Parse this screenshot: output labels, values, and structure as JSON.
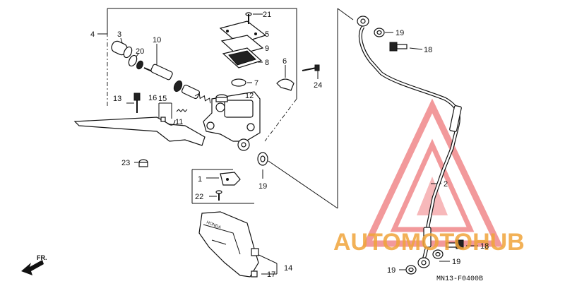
{
  "callouts": [
    {
      "id": "c1",
      "text": "1"
    },
    {
      "id": "c2",
      "text": "2"
    },
    {
      "id": "c3",
      "text": "3"
    },
    {
      "id": "c4",
      "text": "4"
    },
    {
      "id": "c5",
      "text": "5"
    },
    {
      "id": "c6",
      "text": "6"
    },
    {
      "id": "c7",
      "text": "7"
    },
    {
      "id": "c8",
      "text": "8"
    },
    {
      "id": "c9",
      "text": "9"
    },
    {
      "id": "c10",
      "text": "10"
    },
    {
      "id": "c11",
      "text": "11"
    },
    {
      "id": "c12",
      "text": "12"
    },
    {
      "id": "c13",
      "text": "13"
    },
    {
      "id": "c14",
      "text": "14"
    },
    {
      "id": "c15",
      "text": "15"
    },
    {
      "id": "c16",
      "text": "16"
    },
    {
      "id": "c17",
      "text": "17"
    },
    {
      "id": "c18a",
      "text": "18"
    },
    {
      "id": "c18b",
      "text": "18"
    },
    {
      "id": "c19a",
      "text": "19"
    },
    {
      "id": "c19b",
      "text": "19"
    },
    {
      "id": "c19c",
      "text": "19"
    },
    {
      "id": "c19d",
      "text": "19"
    },
    {
      "id": "c20",
      "text": "20"
    },
    {
      "id": "c21",
      "text": "21"
    },
    {
      "id": "c22",
      "text": "22"
    },
    {
      "id": "c23",
      "text": "23"
    },
    {
      "id": "c24",
      "text": "24"
    }
  ],
  "diagram_code": "MN13-F0400B",
  "front_arrow_label": "FR.",
  "handguard_text": "HONDA",
  "watermark": {
    "text": "AUTOMOTOHUB",
    "color_orange": "#f0a43a",
    "color_red": "#e8474a",
    "icon": "triangle-logo-icon"
  }
}
